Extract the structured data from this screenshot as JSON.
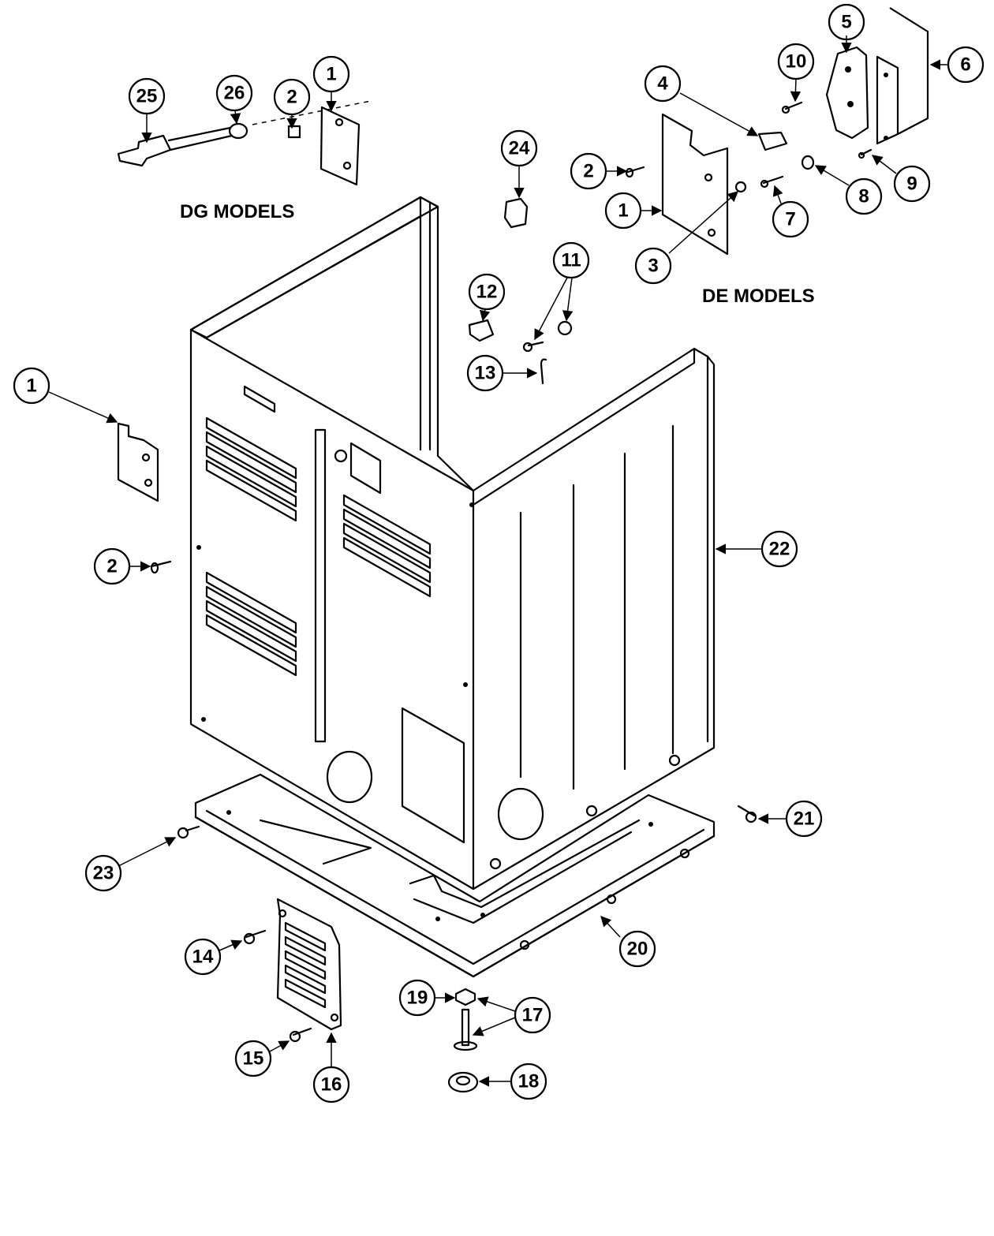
{
  "labels": {
    "dg_models": "DG MODELS",
    "de_models": "DE MODELS"
  },
  "callouts": [
    "25",
    "26",
    "2",
    "1",
    "24",
    "4",
    "10",
    "5",
    "6",
    "2",
    "1",
    "3",
    "7",
    "8",
    "9",
    "12",
    "11",
    "13",
    "1",
    "2",
    "22",
    "21",
    "23",
    "20",
    "14",
    "19",
    "17",
    "15",
    "16",
    "18"
  ]
}
